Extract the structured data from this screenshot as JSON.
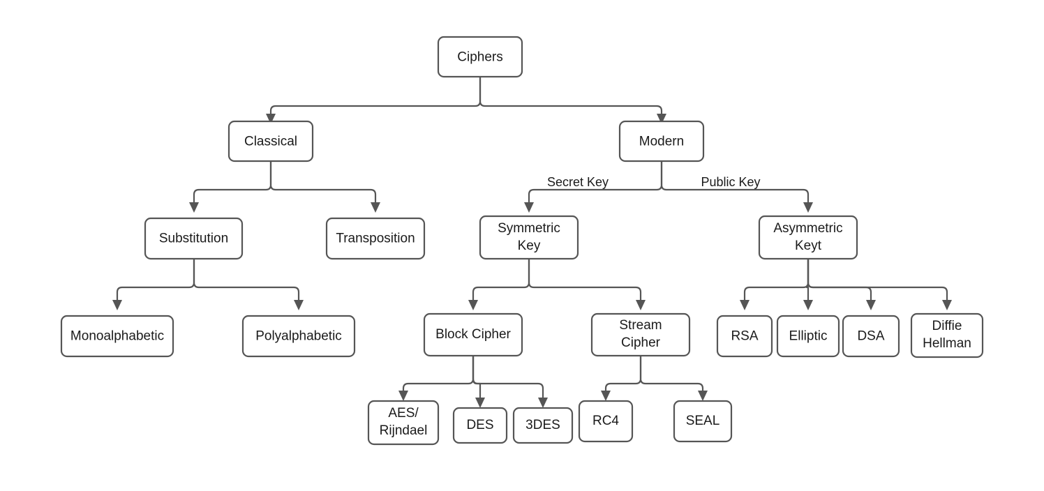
{
  "diagram": {
    "title": "Ciphers taxonomy tree",
    "colors": {
      "background": "#ffffff",
      "box_fill": "#ffffff",
      "box_stroke": "#555555",
      "text": "#1a1a1a",
      "edge": "#555555"
    },
    "nodes": {
      "ciphers": {
        "label": "Ciphers",
        "lines": [
          "Ciphers"
        ]
      },
      "classical": {
        "label": "Classical",
        "lines": [
          "Classical"
        ]
      },
      "modern": {
        "label": "Modern",
        "lines": [
          "Modern"
        ]
      },
      "substitution": {
        "label": "Substitution",
        "lines": [
          "Substitution"
        ]
      },
      "transposition": {
        "label": "Transposition",
        "lines": [
          "Transposition"
        ]
      },
      "symmetric_key": {
        "label": "Symmetric Key",
        "lines": [
          "Symmetric",
          "Key"
        ]
      },
      "asymmetric_keyt": {
        "label": "Asymmetric Keyt",
        "lines": [
          "Asymmetric",
          "Keyt"
        ]
      },
      "monoalphabetic": {
        "label": "Monoalphabetic",
        "lines": [
          "Monoalphabetic"
        ]
      },
      "polyalphabetic": {
        "label": "Polyalphabetic",
        "lines": [
          "Polyalphabetic"
        ]
      },
      "block_cipher": {
        "label": "Block Cipher",
        "lines": [
          "Block Cipher"
        ]
      },
      "stream_cipher": {
        "label": "Stream Cipher",
        "lines": [
          "Stream",
          "Cipher"
        ]
      },
      "rsa": {
        "label": "RSA",
        "lines": [
          "RSA"
        ]
      },
      "elliptic": {
        "label": "Elliptic",
        "lines": [
          "Elliptic"
        ]
      },
      "dsa": {
        "label": "DSA",
        "lines": [
          "DSA"
        ]
      },
      "diffie_hellman": {
        "label": "Diffie Hellman",
        "lines": [
          "Diffie",
          "Hellman"
        ]
      },
      "aes_rijndael": {
        "label": "AES/Rijndael",
        "lines": [
          "AES/",
          "Rijndael"
        ]
      },
      "des": {
        "label": "DES",
        "lines": [
          "DES"
        ]
      },
      "tripledes": {
        "label": "3DES",
        "lines": [
          "3DES"
        ]
      },
      "rc4": {
        "label": "RC4",
        "lines": [
          "RC4"
        ]
      },
      "seal": {
        "label": "SEAL",
        "lines": [
          "SEAL"
        ]
      }
    },
    "edge_labels": {
      "secret_key": "Secret Key",
      "public_key": "Public Key"
    }
  }
}
